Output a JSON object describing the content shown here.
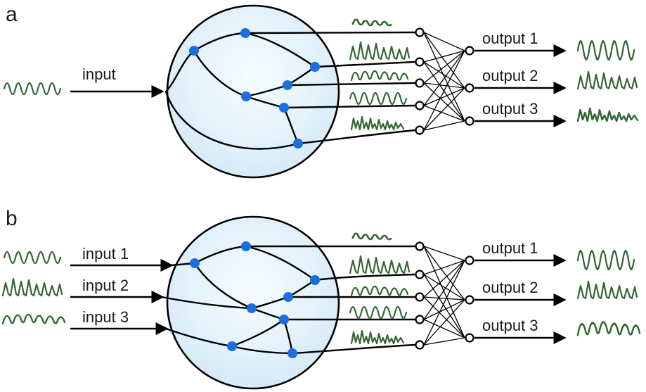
{
  "figure": {
    "panels": [
      {
        "id": "a",
        "label": "a",
        "inputs": [
          "input"
        ],
        "outputs": [
          "output 1",
          "output 2",
          "output 3"
        ]
      },
      {
        "id": "b",
        "label": "b",
        "inputs": [
          "input 1",
          "input 2",
          "input 3"
        ],
        "outputs": [
          "output 1",
          "output 2",
          "output 3"
        ]
      }
    ]
  },
  "colors": {
    "node_fill": "#1a6ee0",
    "waveform_stroke": "#336633",
    "line_stroke": "#000000",
    "text_color": "#1a1a1a",
    "reservoir_center": "#f7fcff",
    "reservoir_mid": "#e3f2fb",
    "reservoir_edge": "#cfe6f5"
  }
}
